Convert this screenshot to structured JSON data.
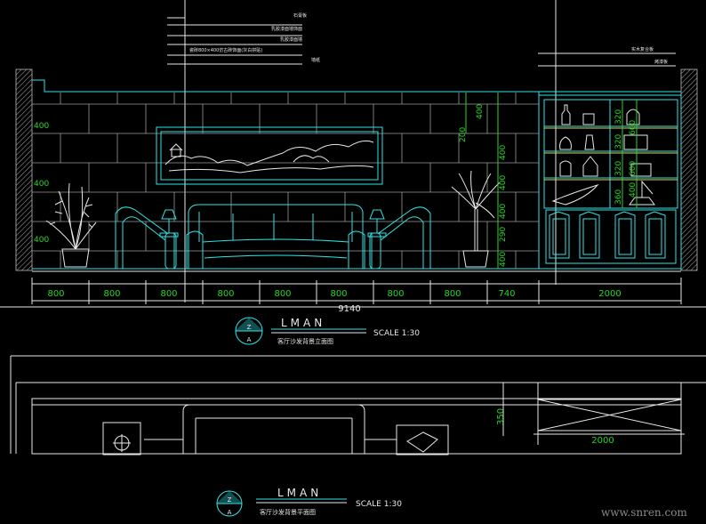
{
  "elevation": {
    "title": "LMAN",
    "scale": "SCALE 1:30",
    "caption": "客厅沙发背景立面图",
    "symbol_top": "Z",
    "symbol_bottom": "A",
    "total_dimension": "9140",
    "bottom_dimensions": [
      "800",
      "800",
      "800",
      "800",
      "800",
      "800",
      "800",
      "800",
      "740",
      "2000"
    ],
    "left_heights": [
      "400",
      "400",
      "400"
    ],
    "center_heights": [
      "200",
      "400",
      "400",
      "400",
      "400",
      "290",
      "400"
    ],
    "cabinet_dims": [
      "320",
      "320",
      "320",
      "360",
      "600",
      "600",
      "400"
    ],
    "notes_left": [
      "石膏板",
      "乳胶漆面墙饰面",
      "乳胶漆面墙",
      "瓷砖800×400仿古砖饰面(灰白拼贴)",
      "墙纸"
    ],
    "notes_right": [
      "实木复合板",
      "烤漆板"
    ]
  },
  "plan": {
    "title": "LMAN",
    "scale": "SCALE 1:30",
    "caption": "客厅沙发背景平面图",
    "symbol_top": "Z",
    "symbol_bottom": "A",
    "dim_height": "350",
    "dim_width": "2000"
  },
  "watermark": "www.snren.com"
}
